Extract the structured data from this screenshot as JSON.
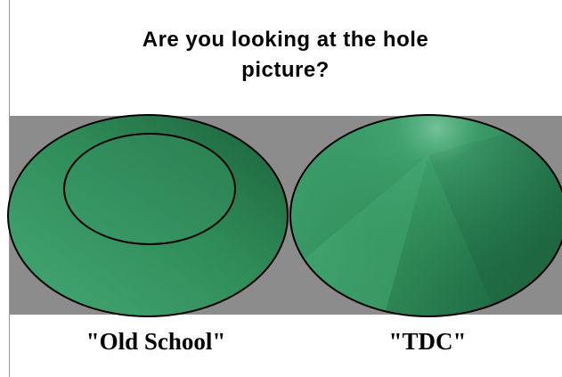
{
  "title": {
    "line1": "Are you looking at the hole",
    "line2": "picture?"
  },
  "figures": [
    {
      "caption": "\"Old School\"",
      "shape": "bowl-with-flat-floor",
      "color": "#2e8b57"
    },
    {
      "caption": "\"TDC\"",
      "shape": "cone-apex-point",
      "color": "#2e8b57"
    }
  ],
  "colors": {
    "band_gray": "#8c8c8c",
    "green_base": "#2e8b57",
    "green_dark": "#1a5e3a",
    "green_light": "#45a877",
    "outline": "#000000"
  }
}
